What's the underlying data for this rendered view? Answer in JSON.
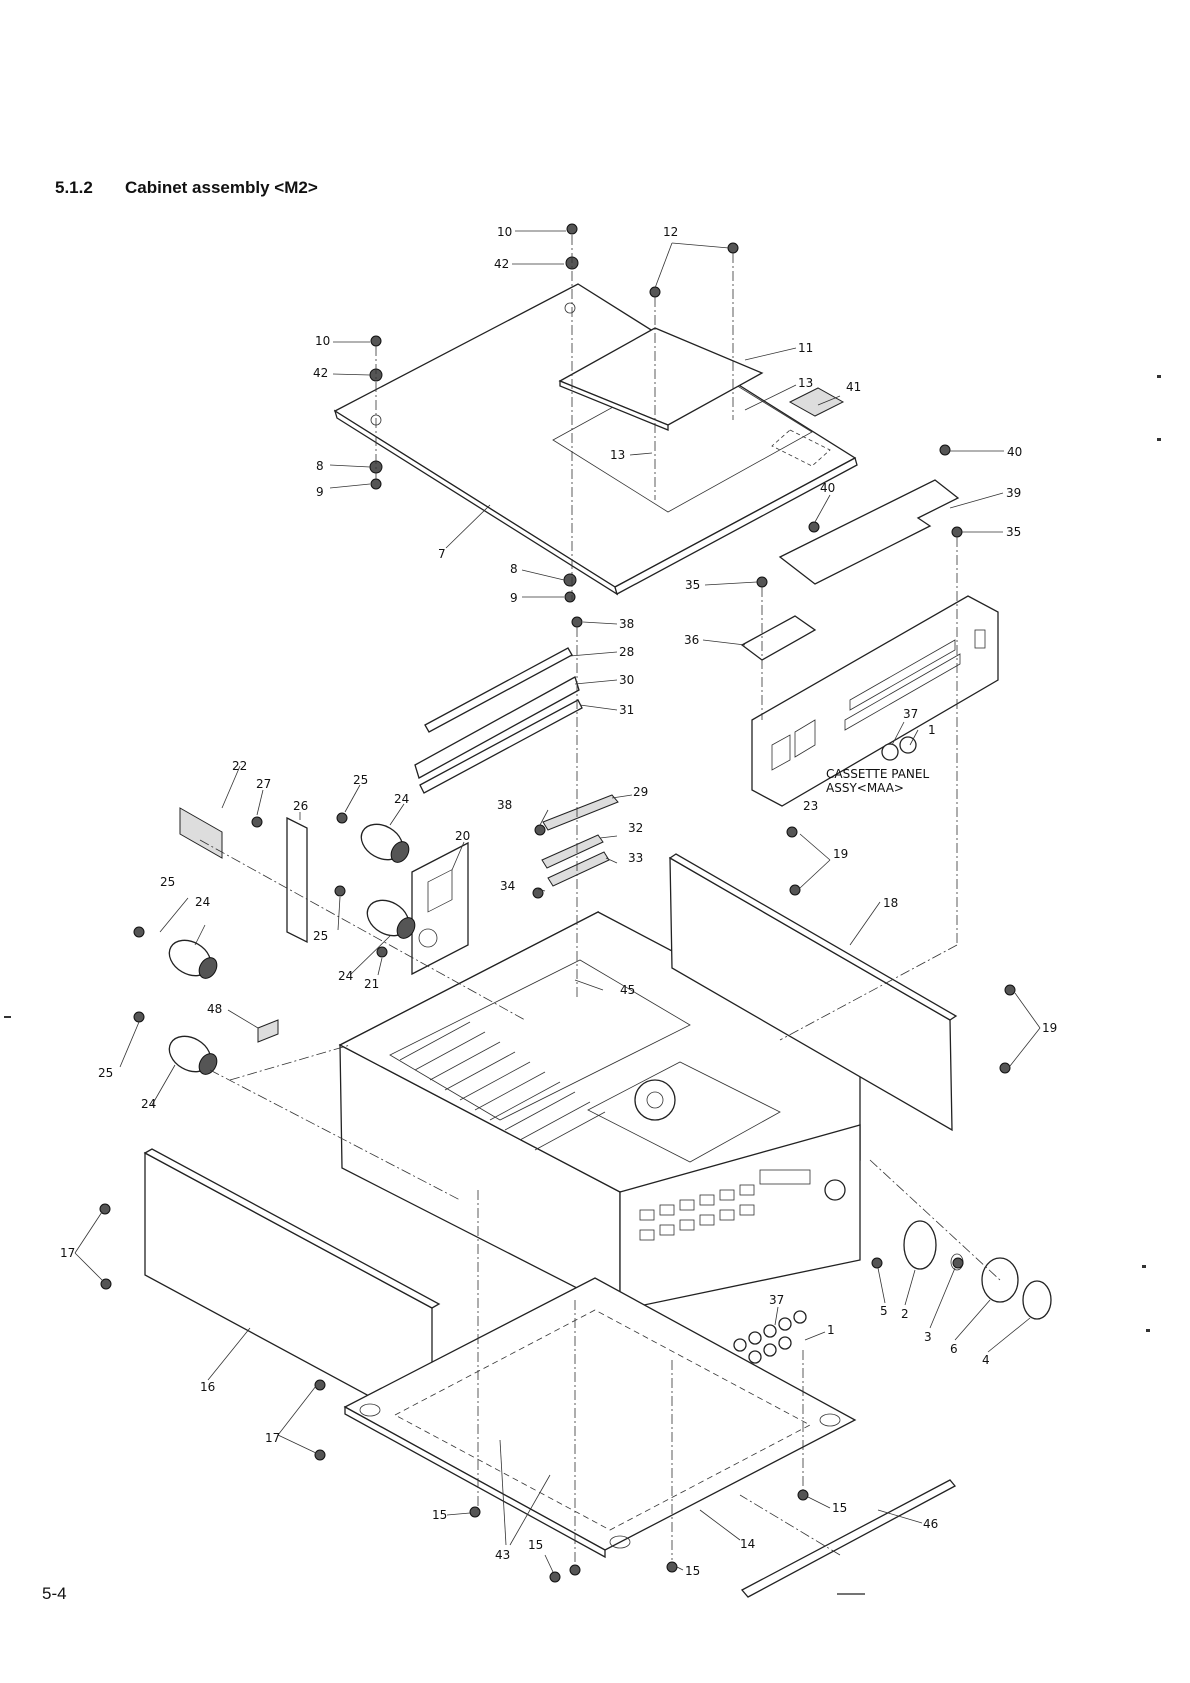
{
  "heading": {
    "number": "5.1.2",
    "title": "Cabinet assembly <M2>"
  },
  "page_number": "5-4",
  "annotations": {
    "cassette_panel_line1": "CASSETTE PANEL",
    "cassette_panel_line2": "ASSY<MAA>"
  },
  "callouts": [
    {
      "n": "10"
    },
    {
      "n": "42"
    },
    {
      "n": "12"
    },
    {
      "n": "10"
    },
    {
      "n": "11"
    },
    {
      "n": "42"
    },
    {
      "n": "13"
    },
    {
      "n": "41"
    },
    {
      "n": "13"
    },
    {
      "n": "8"
    },
    {
      "n": "40"
    },
    {
      "n": "9"
    },
    {
      "n": "39"
    },
    {
      "n": "40"
    },
    {
      "n": "35"
    },
    {
      "n": "7"
    },
    {
      "n": "8"
    },
    {
      "n": "35"
    },
    {
      "n": "9"
    },
    {
      "n": "38"
    },
    {
      "n": "36"
    },
    {
      "n": "28"
    },
    {
      "n": "30"
    },
    {
      "n": "31"
    },
    {
      "n": "37"
    },
    {
      "n": "1"
    },
    {
      "n": "22"
    },
    {
      "n": "27"
    },
    {
      "n": "25"
    },
    {
      "n": "26"
    },
    {
      "n": "24"
    },
    {
      "n": "29"
    },
    {
      "n": "20"
    },
    {
      "n": "23"
    },
    {
      "n": "38"
    },
    {
      "n": "32"
    },
    {
      "n": "19"
    },
    {
      "n": "33"
    },
    {
      "n": "25"
    },
    {
      "n": "34"
    },
    {
      "n": "24"
    },
    {
      "n": "18"
    },
    {
      "n": "25"
    },
    {
      "n": "24"
    },
    {
      "n": "21"
    },
    {
      "n": "45"
    },
    {
      "n": "48"
    },
    {
      "n": "19"
    },
    {
      "n": "25"
    },
    {
      "n": "24"
    },
    {
      "n": "17"
    },
    {
      "n": "37"
    },
    {
      "n": "1"
    },
    {
      "n": "5"
    },
    {
      "n": "2"
    },
    {
      "n": "3"
    },
    {
      "n": "6"
    },
    {
      "n": "4"
    },
    {
      "n": "16"
    },
    {
      "n": "17"
    },
    {
      "n": "15"
    },
    {
      "n": "15"
    },
    {
      "n": "46"
    },
    {
      "n": "43"
    },
    {
      "n": "14"
    },
    {
      "n": "15"
    },
    {
      "n": "15"
    }
  ]
}
